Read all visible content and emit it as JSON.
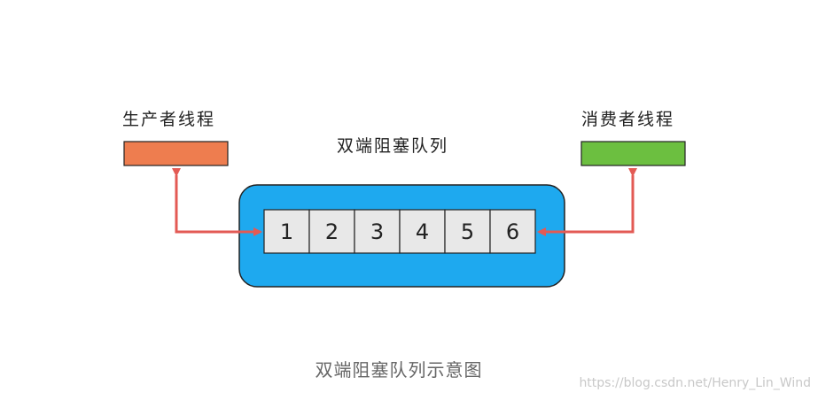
{
  "diagram": {
    "producer_label": "生产者线程",
    "consumer_label": "消费者线程",
    "queue_title": "双端阻塞队列",
    "queue_cells": [
      "1",
      "2",
      "3",
      "4",
      "5",
      "6"
    ],
    "caption": "双端阻塞队列示意图",
    "watermark": "https://blog.csdn.net/Henry_Lin_Wind"
  },
  "colors": {
    "producer": "#ee7d4f",
    "consumer": "#6cbf40",
    "queue_container": "#1ea9ef",
    "cell_fill": "#e8e8e8",
    "arrow": "#e35a54"
  }
}
